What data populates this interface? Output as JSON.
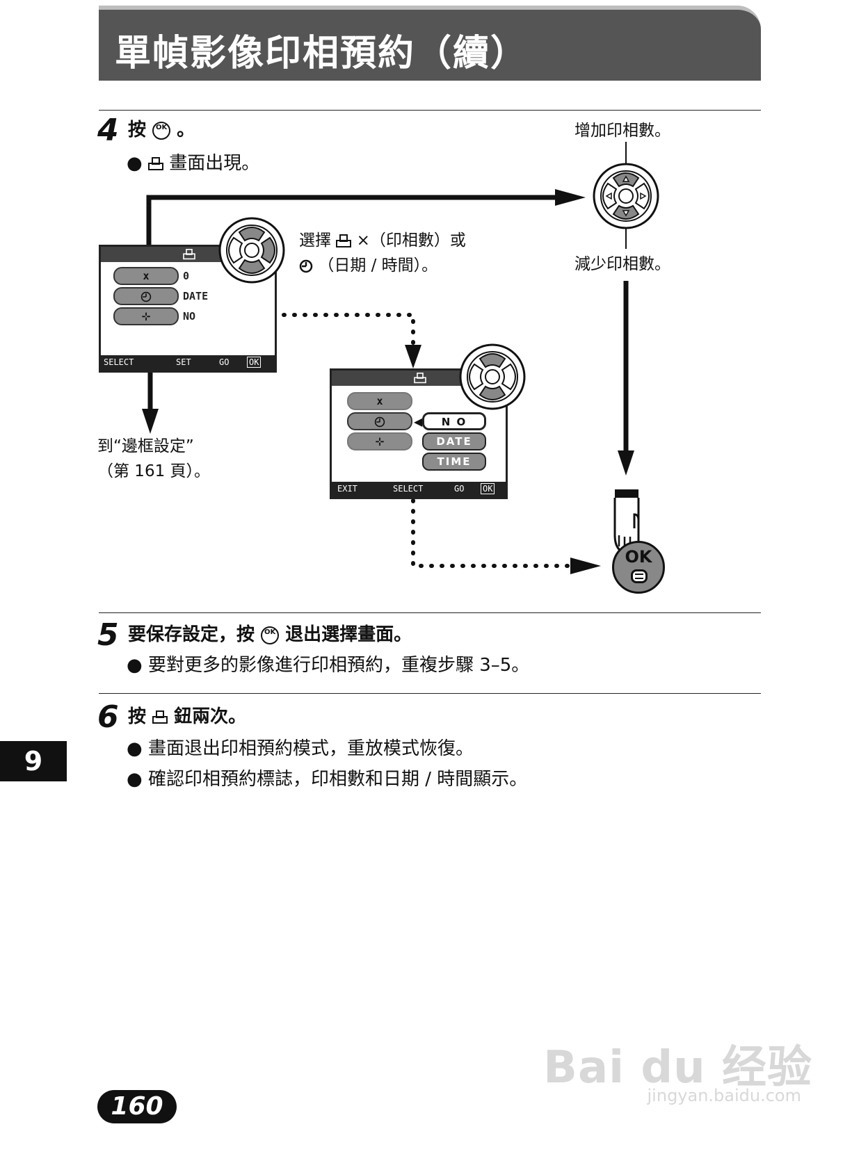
{
  "header": {
    "title": "單幀影像印相預約（續）"
  },
  "step4": {
    "number": "4",
    "text_prefix": "按",
    "ok_symbol": "OK",
    "text_suffix": "。",
    "bullet": "● ",
    "bullet_text": " 畫面出現。"
  },
  "annotations": {
    "increase": "增加印相數。",
    "decrease": "減少印相數。",
    "select_line1_a": "選擇",
    "select_line1_b": "×（印相數）或",
    "select_line2": "（日期 / 時間）。",
    "goto_line1": "到“邊框設定”",
    "goto_line2": "（第 161 頁）。"
  },
  "screen1": {
    "rows": [
      {
        "label": "x",
        "value": "0"
      },
      {
        "label": "",
        "value": "DATE"
      },
      {
        "label": "",
        "value": "NO"
      }
    ],
    "status_select": "SELECT",
    "status_set": "SET",
    "status_go": "GO",
    "status_ok": "OK"
  },
  "screen2": {
    "rows": [
      {
        "label": "x"
      },
      {
        "label": ""
      },
      {
        "label": ""
      }
    ],
    "options": [
      "N O",
      "DATE",
      "TIME"
    ],
    "status_exit": "EXIT",
    "status_select": "SELECT",
    "status_go": "GO",
    "status_ok": "OK"
  },
  "ok_button": {
    "label": "OK"
  },
  "step5": {
    "number": "5",
    "text_a": "要保存設定，按",
    "text_b": "退出選擇畫面。",
    "bullet": "● 要對更多的影像進行印相預約，重複步驟 3–5。"
  },
  "step6": {
    "number": "6",
    "text_a": "按",
    "text_b": "鈕兩次。",
    "bullets": [
      "● 畫面退出印相預約模式，重放模式恢復。",
      "● 確認印相預約標誌，印相數和日期 / 時間顯示。"
    ]
  },
  "side_tab": "9",
  "page_number": "160",
  "watermark": {
    "main": "Bai du 经验",
    "sub": "jingyan.baidu.com"
  }
}
